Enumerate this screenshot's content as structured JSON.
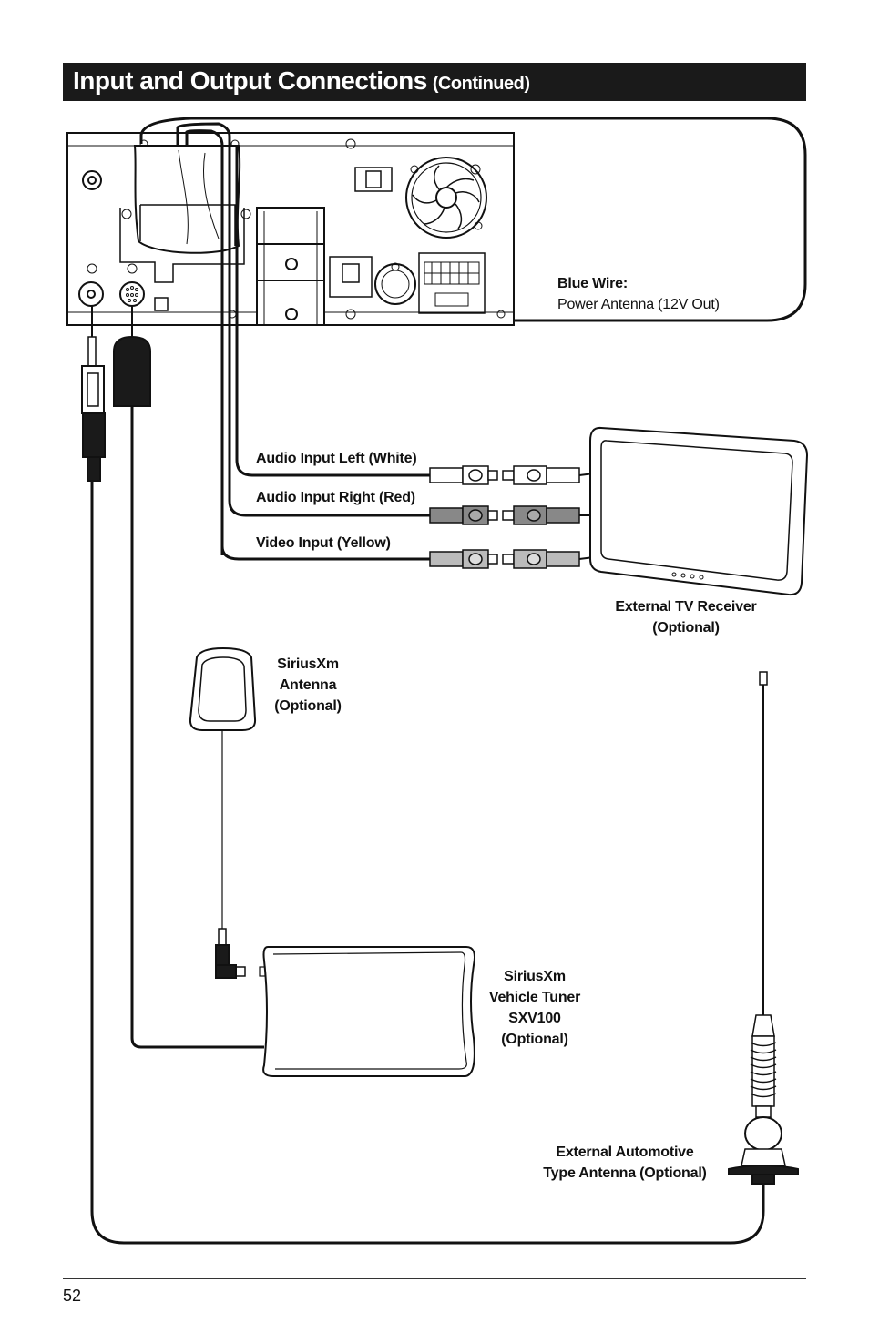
{
  "header": {
    "title": "Input and Output Connections",
    "subtitle": "(Continued)"
  },
  "labels": {
    "blue_wire_title": "Blue Wire:",
    "blue_wire_desc": "Power Antenna (12V Out)",
    "audio_left": "Audio Input Left (White)",
    "audio_right": "Audio Input Right (Red)",
    "video_input": "Video Input (Yellow)",
    "tv_receiver_line1": "External TV Receiver",
    "tv_receiver_line2": "(Optional)",
    "sirius_antenna_line1": "SiriusXm",
    "sirius_antenna_line2": "Antenna",
    "sirius_antenna_line3": "(Optional)",
    "tuner_line1": "SiriusXm",
    "tuner_line2": "Vehicle Tuner",
    "tuner_line3": "SXV100",
    "tuner_line4": "(Optional)",
    "ext_antenna_line1": "External Automotive",
    "ext_antenna_line2": "Type Antenna (Optional)"
  },
  "footer": {
    "page_number": "52"
  }
}
